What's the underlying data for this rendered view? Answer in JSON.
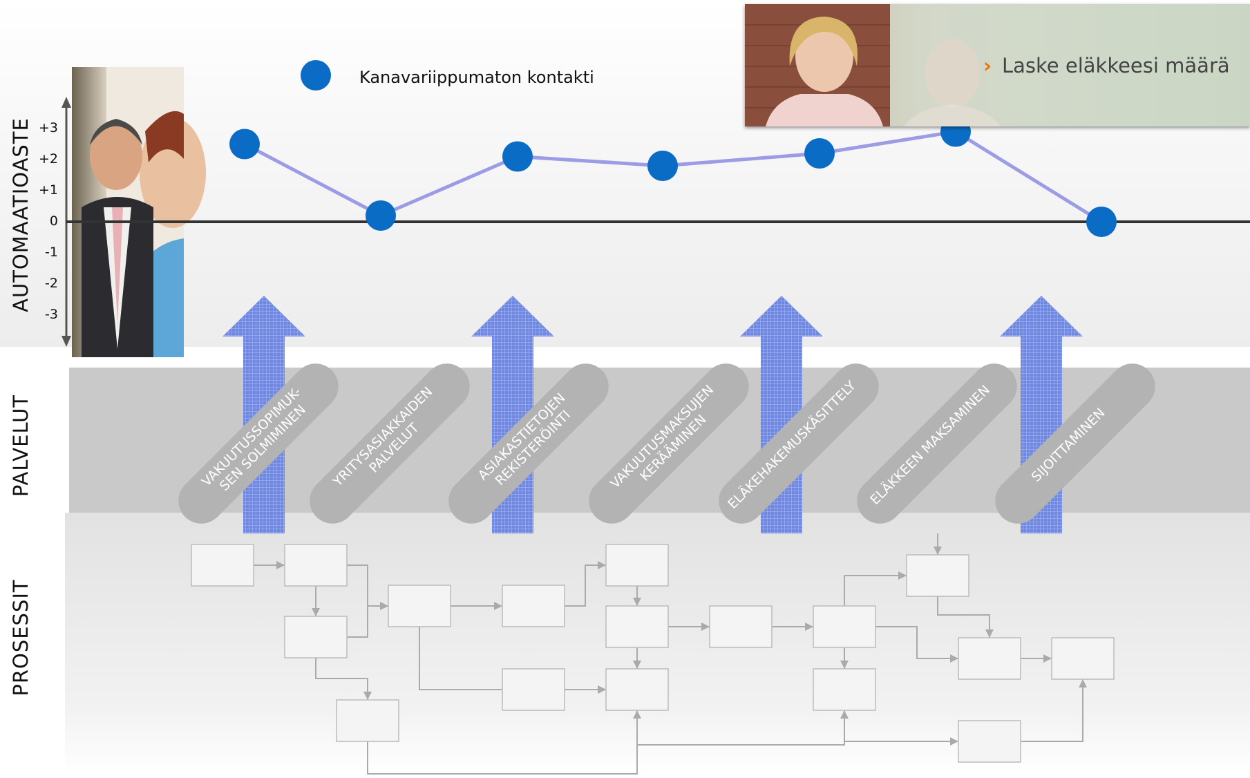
{
  "axis": {
    "label": "AUTOMAATIOASTE",
    "ticks": [
      "+3",
      "+2",
      "+1",
      "0",
      "-1",
      "-2",
      "-3"
    ]
  },
  "bands": {
    "palvelut": "PALVELUT",
    "prosessit": "PROSESSIT"
  },
  "legend": {
    "label": "Kanavariippumaton kontakti",
    "color": "#0a6cc4"
  },
  "banner": {
    "text": "Laske eläkkeesi määrä",
    "chevron": "›",
    "chevron_color": "#e8730c"
  },
  "services": [
    {
      "line1": "VAKUUTUSSOPIMUK-",
      "line2": "SEN SOLMIMINEN"
    },
    {
      "line1": "YRITYSASIAKKAIDEN",
      "line2": "PALVELUT"
    },
    {
      "line1": "ASIAKASTIETOJEN",
      "line2": "REKISTERÖINTI"
    },
    {
      "line1": "VAKUUTUSMAKSUJEN",
      "line2": "KERÄÄMINEN"
    },
    {
      "line1": "ELÄKEHAKEMUSKÄSITTELY",
      "line2": ""
    },
    {
      "line1": "ELÄKKEEN MAKSAMINEN",
      "line2": ""
    },
    {
      "line1": "SIJOITTAMINEN",
      "line2": ""
    }
  ],
  "chart_data": {
    "type": "line",
    "series": [
      {
        "name": "Kanavariippumaton kontakti",
        "values": [
          2.5,
          0.2,
          2.1,
          1.8,
          2.2,
          2.9,
          0
        ]
      }
    ],
    "ylim": [
      -3,
      3
    ],
    "ylabel": "AUTOMAATIOASTE",
    "colors": {
      "line": "#9b9be6",
      "marker": "#0a6cc4",
      "zero_line": "#333333"
    }
  }
}
